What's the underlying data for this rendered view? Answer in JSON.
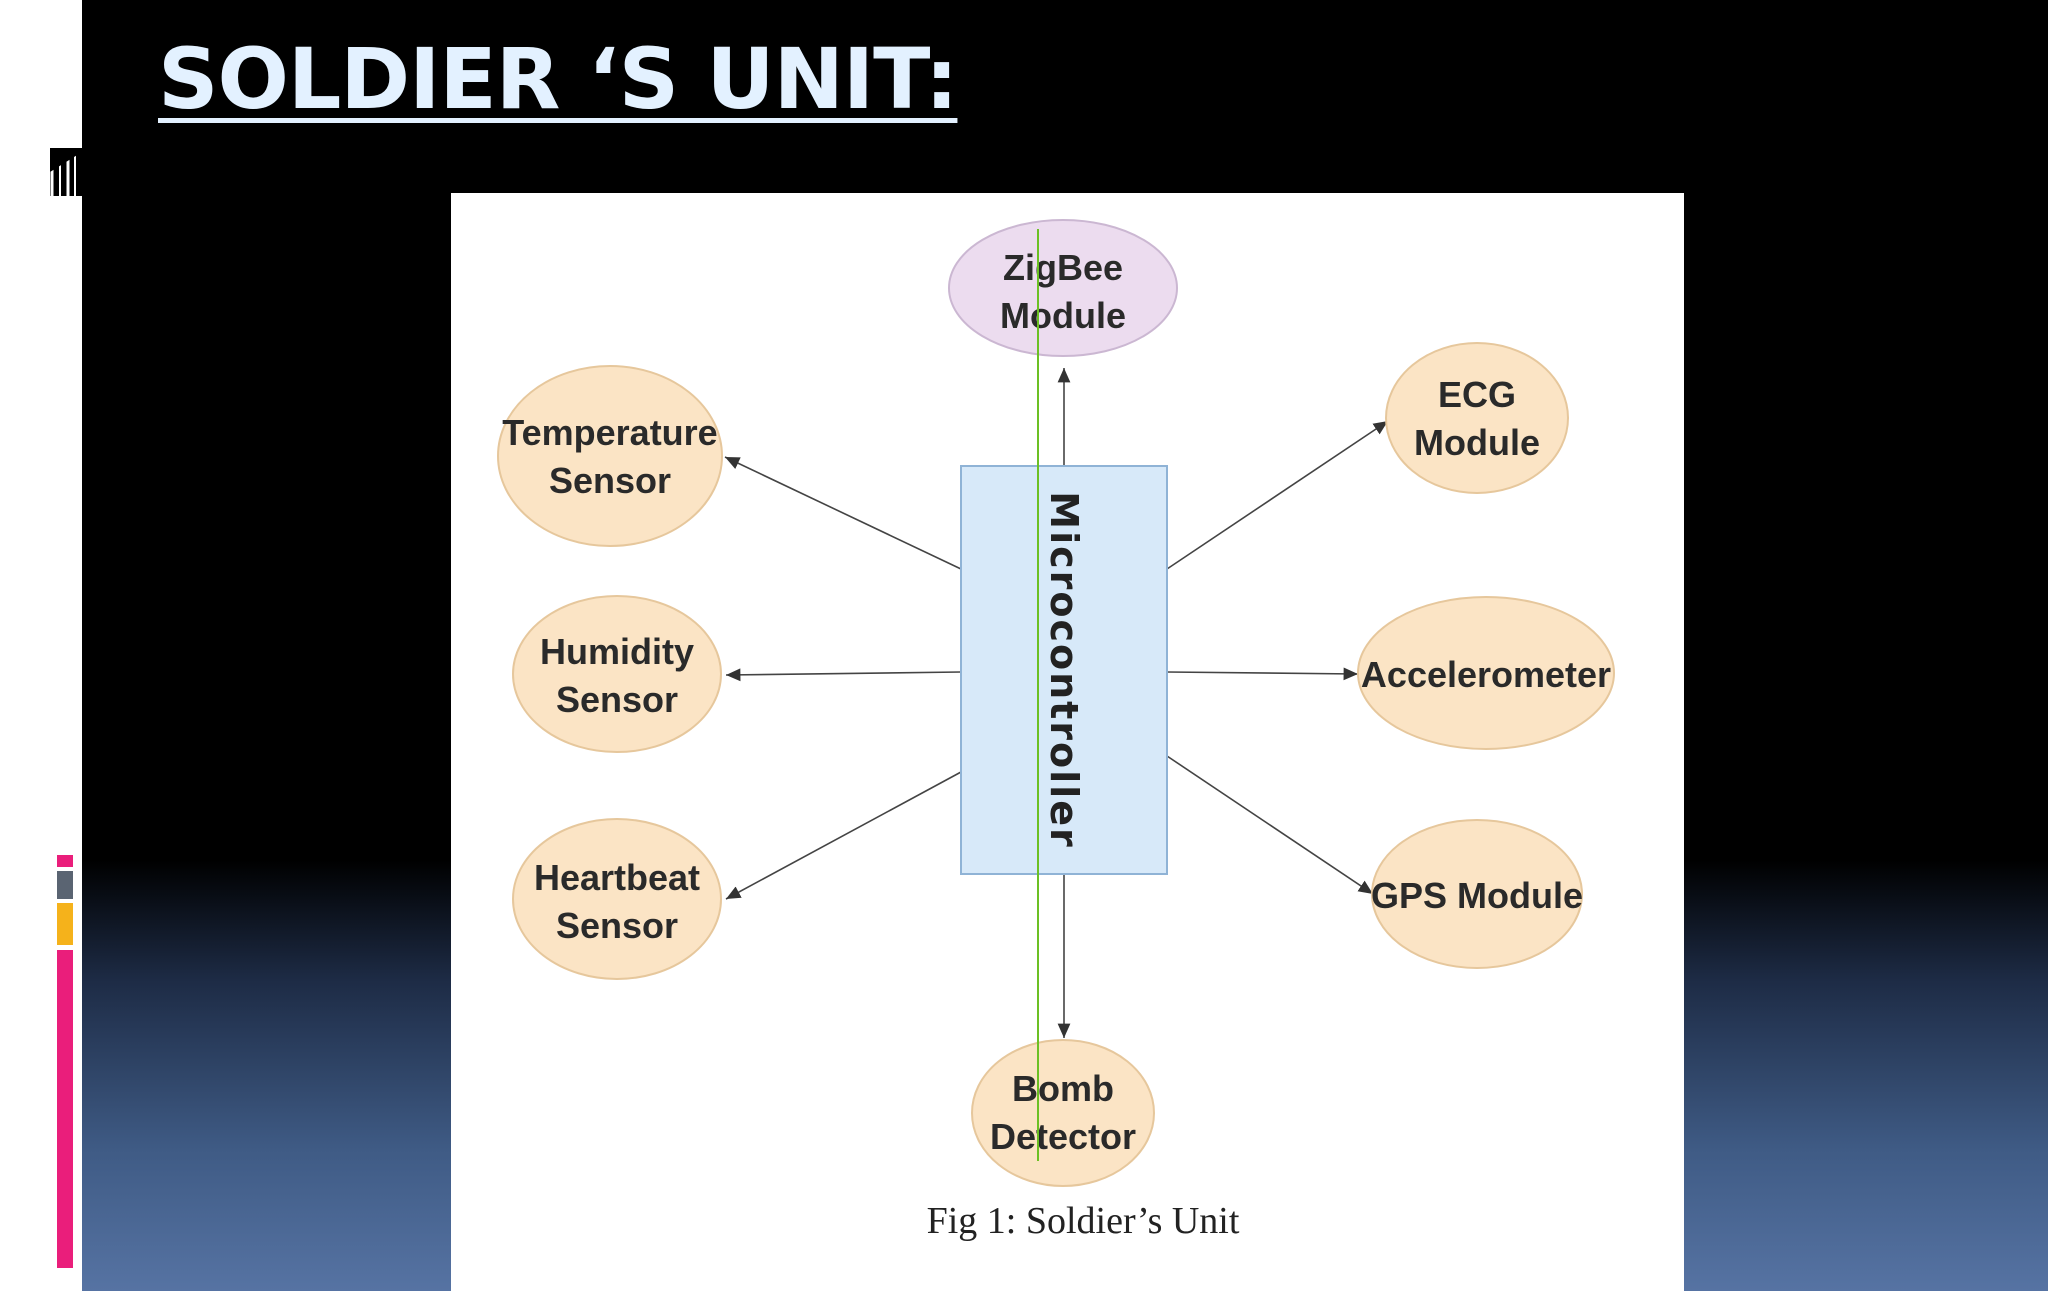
{
  "slide": {
    "title": "SOLDIER ‘S UNIT:"
  },
  "diagram": {
    "center": "Microcontroller",
    "nodes": {
      "zigbee": [
        "ZigBee",
        "Module"
      ],
      "temperature": [
        "Temperature",
        "Sensor"
      ],
      "humidity": [
        "Humidity",
        "Sensor"
      ],
      "heartbeat": [
        "Heartbeat",
        "Sensor"
      ],
      "ecg": [
        "ECG",
        "Module"
      ],
      "accelerometer": [
        "Accelerometer"
      ],
      "gps": [
        "GPS Module"
      ],
      "bomb": [
        "Bomb",
        "Detector"
      ]
    },
    "caption": "Fig 1: Soldier’s Unit"
  },
  "colors": {
    "sensor_fill": "#fbe4c5",
    "zigbee_fill": "#ecdcef",
    "microcontroller_fill": "#d7e9f9",
    "accent_pink": "#ea1e7b",
    "accent_gray": "#5a6472",
    "accent_orange": "#f5b21b",
    "marker_line": "#6cc024"
  }
}
